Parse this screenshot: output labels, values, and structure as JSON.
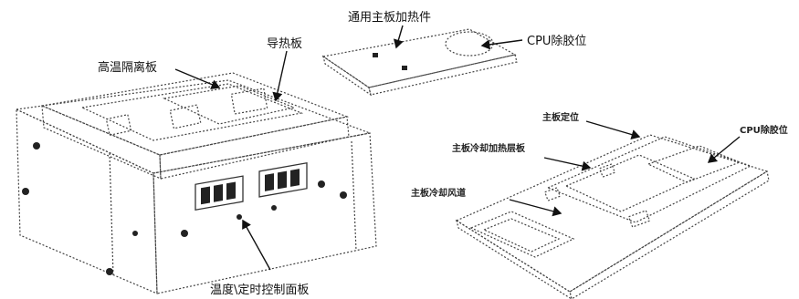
{
  "labels": {
    "top_heater": "通用主板加热件",
    "top_cpu": "CPU除胶位",
    "heat_plate": "导热板",
    "insulation": "高温隔离板",
    "panel": "温度\\定时控制面板",
    "r_mainboard": "主板定位",
    "r_heater_plate": "主板冷却加热层板",
    "r_cooling_channel": "主板冷却风道",
    "r_cpu": "CPU除胶位"
  },
  "icons": {
    "arrow": "arrow-icon",
    "display": "seven-segment-display-icon",
    "screw": "screw-icon"
  },
  "colors": {
    "line": "#333333",
    "text": "#111111",
    "display": "#222222"
  }
}
